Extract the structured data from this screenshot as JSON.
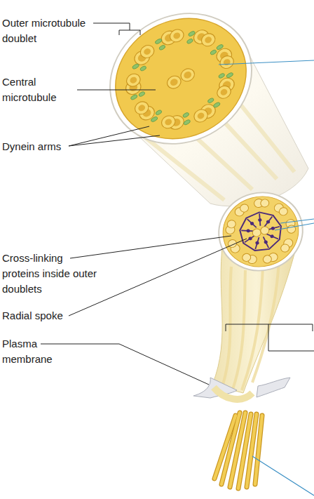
{
  "diagram": {
    "labels": [
      "Outer microtubule doublet",
      "Central microtubule",
      "Dynein arms",
      "Cross-linking proteins inside outer doublets",
      "Radial spoke",
      "Plasma membrane"
    ]
  }
}
